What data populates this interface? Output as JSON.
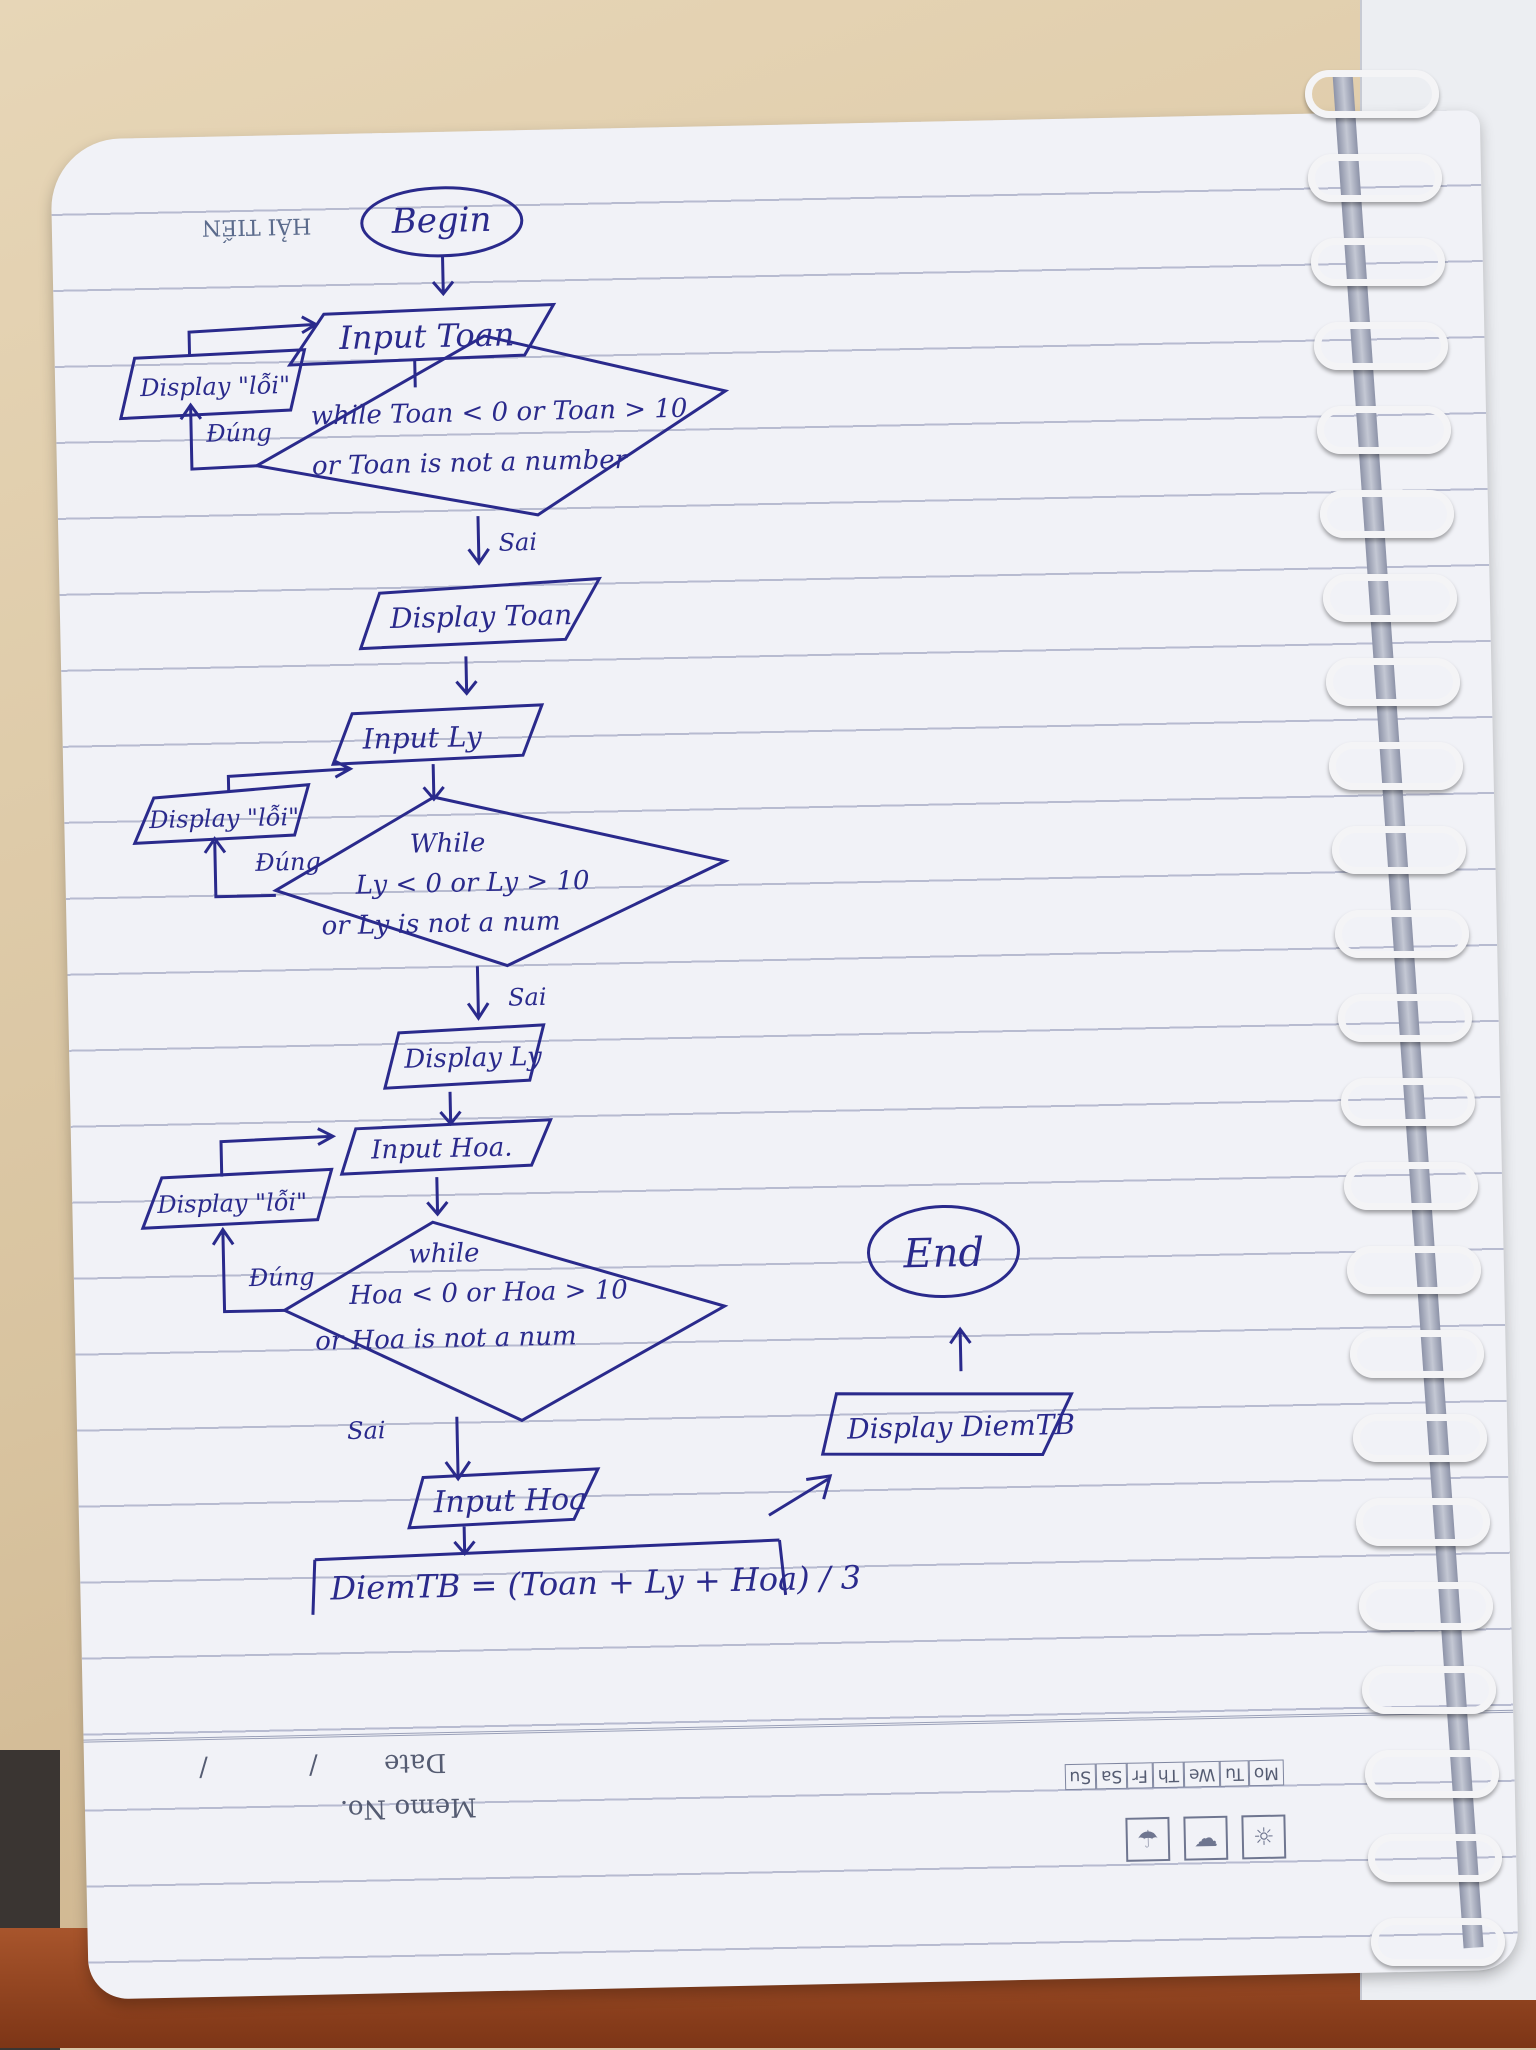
{
  "notebook": {
    "brand": "HẢI TIẾN",
    "memo_label": "Memo No.",
    "date_label": "Date",
    "date_slashes": [
      "/",
      "/"
    ],
    "weekdays": [
      "Mo",
      "Tu",
      "We",
      "Th",
      "Fr",
      "Sa",
      "Su"
    ],
    "weather_icons": [
      "sun-icon",
      "cloud-icon",
      "rain-icon"
    ]
  },
  "flowchart": {
    "begin": "Begin",
    "toan": {
      "input": "Input Toan",
      "cond_line1": "while Toan < 0 or Toan > 10",
      "cond_line2": "or Toan is not a number",
      "error": "Display \"lỗi\"",
      "yes": "Đúng",
      "no": "Sai",
      "display": "Display Toan"
    },
    "ly": {
      "input": "Input Ly",
      "cond_line1": "While",
      "cond_line2": "Ly < 0 or Ly > 10",
      "cond_line3": "or Ly is not a num",
      "error": "Display \"lỗi\"",
      "yes": "Đúng",
      "no": "Sai",
      "display": "Display Ly"
    },
    "hoa": {
      "input": "Input Hoa.",
      "cond_line1": "while",
      "cond_line2": "Hoa < 0 or Hoa > 10",
      "cond_line3": "or Hoa is not a num",
      "error": "Display \"lỗi\"",
      "yes": "Đúng",
      "no": "Sai",
      "input2": "Input Hoa"
    },
    "calc": "DiemTB = (Toan + Ly + Hoa) / 3",
    "display_result": "Display DiemTB",
    "end": "End"
  }
}
